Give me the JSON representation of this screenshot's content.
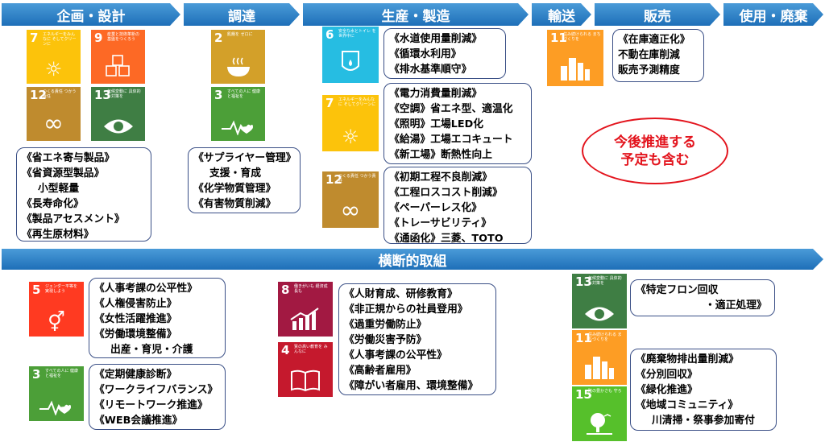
{
  "stages": [
    "企画・設計",
    "調達",
    "生産・製造",
    "輸送",
    "販売",
    "使用・廃棄"
  ],
  "cross_header": "横断的取組",
  "colors": {
    "arrow": "#2a7cc4",
    "box_border": "#3a4f86",
    "note": "#e3141d"
  },
  "sdgs": {
    "g2": {
      "num": "2",
      "caption": "飢餓を ゼロに",
      "color": "#d3a029",
      "icon": "bowl-icon"
    },
    "g3": {
      "num": "3",
      "caption": "すべての人に 健康と福祉を",
      "color": "#4c9f38",
      "icon": "heartbeat-icon"
    },
    "g4": {
      "num": "4",
      "caption": "質の高い教育を みんなに",
      "color": "#c5192d",
      "icon": "book-icon"
    },
    "g5": {
      "num": "5",
      "caption": "ジェンダー平等を 実現しよう",
      "color": "#ff3a21",
      "icon": "gender-icon"
    },
    "g6": {
      "num": "6",
      "caption": "安全な水とトイレ を世界中に",
      "color": "#26bde2",
      "icon": "water-icon"
    },
    "g7": {
      "num": "7",
      "caption": "エネルギーをみんなに そしてクリーンに",
      "color": "#fcc30b",
      "icon": "sun-icon"
    },
    "g8": {
      "num": "8",
      "caption": "働きがいも 経済成長も",
      "color": "#a21942",
      "icon": "growth-icon"
    },
    "g9": {
      "num": "9",
      "caption": "産業と技術革新の 基盤をつくろう",
      "color": "#fd6925",
      "icon": "cubes-icon"
    },
    "g11": {
      "num": "11",
      "caption": "住み続けられる まちづくりを",
      "color": "#fd9d24",
      "icon": "city-icon"
    },
    "g12": {
      "num": "12",
      "caption": "つくる責任 つかう責任",
      "color": "#bf8b2e",
      "icon": "infinity-icon"
    },
    "g13": {
      "num": "13",
      "caption": "気候変動に 具体的な対策を",
      "color": "#3f7e44",
      "icon": "eye-icon"
    },
    "g15": {
      "num": "15",
      "caption": "陸の豊かさも 守ろう",
      "color": "#56c02b",
      "icon": "tree-icon"
    }
  },
  "boxes": {
    "design": [
      "《省エネ寄与製品》",
      "《省資源型製品》",
      "小型軽量",
      "《長寿命化》",
      "《製品アセスメント》",
      "《再生原材料》"
    ],
    "procure": [
      "《サプライヤー管理》",
      "支援・育成",
      "《化学物質管理》",
      "《有害物質削減》"
    ],
    "water": [
      "《水道使用量削減》",
      "《循環水利用》",
      "《排水基準順守》"
    ],
    "energy": [
      "《電力消費量削減》",
      "《空調》省エネ型、適温化",
      "《照明》工場LED化",
      "《給湯》工場エコキュート",
      "《新工場》断熱性向上"
    ],
    "process": [
      "《初期工程不良削減》",
      "《工程ロスコスト削減》",
      "《ペーパーレス化》",
      "《トレーサビリティ》",
      "《通函化》三菱、TOTO"
    ],
    "sales": [
      "《在庫適正化》",
      "不動在庫削減",
      "販売予測精度"
    ],
    "gender": [
      "《人事考課の公平性》",
      "《人権侵害防止》",
      "《女性活躍推進》",
      "《労働環境整備》",
      "出産・育児・介護"
    ],
    "health": [
      "《定期健康診断》",
      "《ワークライフバランス》",
      "《リモートワーク推進》",
      "《WEB会議推進》"
    ],
    "hr": [
      "《人財育成、研修教育》",
      "《非正規からの社員登用》",
      "《過重労働防止》",
      "《労働災害予防》",
      "《人事考課の公平性》",
      "《高齢者雇用》",
      "《障がい者雇用、環境整備》"
    ],
    "fluoro": [
      "《特定フロン回収",
      "・適正処理》"
    ],
    "waste": [
      "《廃棄物排出量削減》",
      "《分別回収》",
      "《緑化推進》",
      "《地域コミュニティ》",
      "川清掃・祭事参加寄付"
    ]
  },
  "note": [
    "今後推進する",
    "予定も含む"
  ]
}
